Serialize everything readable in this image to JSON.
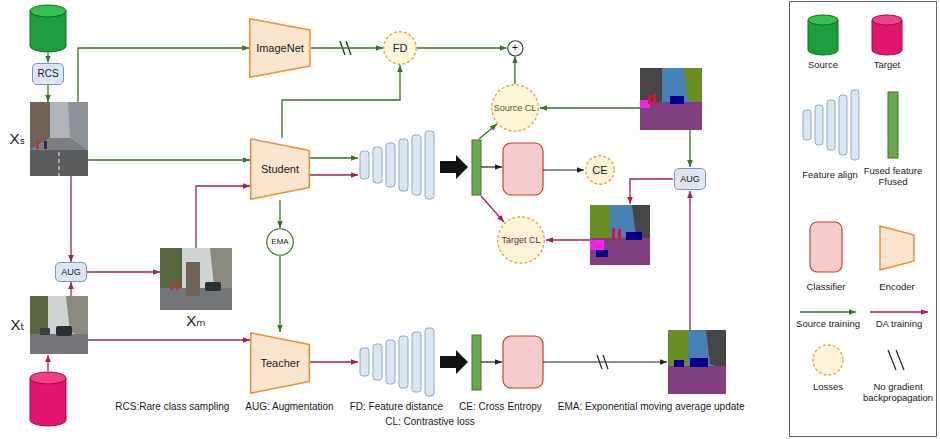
{
  "diagram": {
    "nodes": [
      {
        "text": [
          "RCS"
        ]
      },
      {
        "text": [
          "Xₛ"
        ]
      },
      {
        "text": [
          "ImageNet"
        ]
      },
      {
        "text": [
          "FD"
        ]
      },
      {
        "text": [
          "+"
        ]
      },
      {
        "text": [
          "Source CL"
        ]
      },
      {
        "text": [
          "Student"
        ]
      },
      {
        "text": [
          "AUG"
        ]
      },
      {
        "text": [
          "Xₘ"
        ]
      },
      {
        "text": [
          "CE"
        ]
      },
      {
        "text": [
          "Target CL"
        ]
      },
      {
        "text": [
          "EMA"
        ]
      },
      {
        "text": [
          "AUG"
        ]
      },
      {
        "text": [
          "Xₜ"
        ]
      },
      {
        "text": [
          "Teacher"
        ]
      }
    ],
    "edges": [
      {
        "from": 0,
        "to": 1,
        "arrow": "to"
      },
      {
        "from": 1,
        "to": 2,
        "arrow": "to"
      },
      {
        "from": 1,
        "to": 6,
        "arrow": "to"
      },
      {
        "from": 1,
        "to": 7,
        "arrow": "to"
      },
      {
        "from": 13,
        "to": 7,
        "arrow": "to"
      },
      {
        "from": 7,
        "to": 8,
        "arrow": "to"
      },
      {
        "from": 8,
        "to": 6,
        "arrow": "to"
      },
      {
        "from": 2,
        "to": 3,
        "arrow": "to"
      },
      {
        "from": 6,
        "to": 3,
        "arrow": "to"
      },
      {
        "from": 3,
        "to": 4,
        "arrow": "to"
      },
      {
        "from": 5,
        "to": 4,
        "arrow": "to"
      },
      {
        "from": 6,
        "to": 11,
        "arrow": "to"
      },
      {
        "from": 11,
        "to": 14,
        "arrow": "to"
      },
      {
        "from": 13,
        "to": 14,
        "arrow": "to"
      }
    ],
    "labels": [
      "RCS:Rare class sampling",
      "AUG: Augmentation",
      "FD: Feature distance",
      "CE: Cross Entropy",
      "EMA: Exponential moving average update",
      "CL: Contrastive loss"
    ],
    "legend": [
      {
        "text": "Source"
      },
      {
        "text": "Target"
      },
      {
        "text": "Feature align"
      },
      {
        "text": "Fused feature Ffused"
      },
      {
        "text": "Classifier"
      },
      {
        "text": "Encoder"
      },
      {
        "text": "Source training"
      },
      {
        "text": "DA training"
      },
      {
        "text": "Losses"
      },
      {
        "text": "No gradient backpropagation"
      }
    ]
  }
}
